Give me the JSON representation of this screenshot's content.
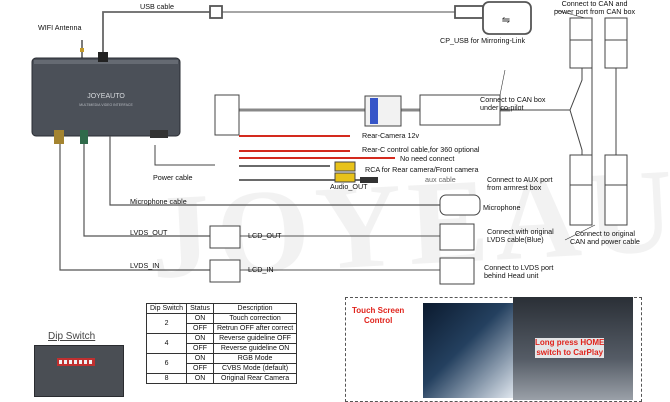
{
  "brand_watermark": "JOYEAUTO",
  "module": {
    "brand": "JOYEAUTO",
    "subtitle": "MULTIMEDIA VIDEO INTERFACE"
  },
  "labels": {
    "wifi_antenna": "WIFI Antenna",
    "usb_cable": "USB cable",
    "cp_usb": "CP_USB for Mirroring-Link",
    "connect_can_power_top": "Connect to CAN and\npower port from CAN box",
    "connect_can_box": "Connect to CAN box\nunder co-pilot",
    "rear_camera_12v": "Rear-Camera 12v",
    "rear_c_control": "Rear-C control cable,for 360 optional",
    "no_need": "No need connect",
    "rca": "RCA for Rear camera/Front camera",
    "aux_cable": "aux cable",
    "audio_out": "Audio_OUT",
    "connect_aux": "Connect to AUX port\nfrom armrest box",
    "power_cable": "Power cable",
    "microphone_cable": "Microphone cable",
    "microphone": "Microphone",
    "lvds_out": "LVDS_OUT",
    "lcd_out": "LCD_OUT",
    "connect_original_lvds": "Connect with original\nLVDS cable(Blue)",
    "connect_original_can": "Connect to original\nCAN and power cable",
    "lvds_in": "LVDS_IN",
    "lcd_in": "LCD_IN",
    "connect_lvds_port": "Connect to LVDS port\nbehind Head unit"
  },
  "dip_switch_title": "Dip Switch",
  "dip_table": {
    "headers": [
      "Dip Switch",
      "Status",
      "Description"
    ],
    "rows": [
      {
        "switch": "2",
        "status": "ON",
        "desc": "Touch correction"
      },
      {
        "switch": "",
        "status": "OFF",
        "desc": "Retrun OFF after correct"
      },
      {
        "switch": "4",
        "status": "ON",
        "desc": "Reverse guideline OFF"
      },
      {
        "switch": "",
        "status": "OFF",
        "desc": "Reverse guideline ON"
      },
      {
        "switch": "6",
        "status": "ON",
        "desc": "RGB Mode"
      },
      {
        "switch": "",
        "status": "OFF",
        "desc": "CVBS Mode (default)"
      },
      {
        "switch": "8",
        "status": "ON",
        "desc": "Original Rear Camera"
      }
    ]
  },
  "photo_callouts": {
    "touch_screen": "Touch Screen\nControl",
    "home_press": "Long press HOME\nswitch to CarPlay"
  },
  "colors": {
    "red_wire": "#d42a1e",
    "yellow_rca": "#e8c21a",
    "module_body": "#4b5058",
    "callout_red": "#e0231c"
  }
}
